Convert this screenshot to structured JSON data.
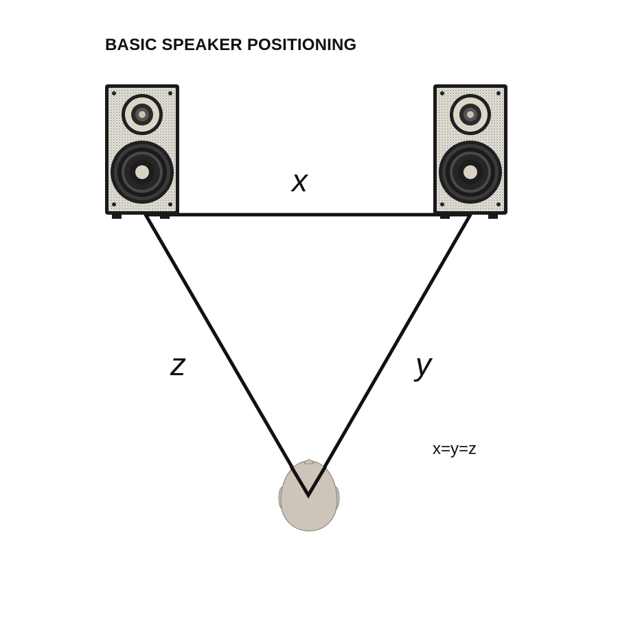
{
  "title": "BASIC SPEAKER POSITIONING",
  "labels": {
    "x": "x",
    "y": "y",
    "z": "z"
  },
  "equation": "x=y=z",
  "colors": {
    "line": "#111111",
    "speaker_body": "#e4e0d6",
    "speaker_frame": "#1a1a1a",
    "driver_dark": "#2a2a2a",
    "head": "#cdc4ba"
  },
  "icons": {
    "left_speaker": "bookshelf-speaker-icon",
    "right_speaker": "bookshelf-speaker-icon",
    "listener": "listener-head-icon"
  }
}
